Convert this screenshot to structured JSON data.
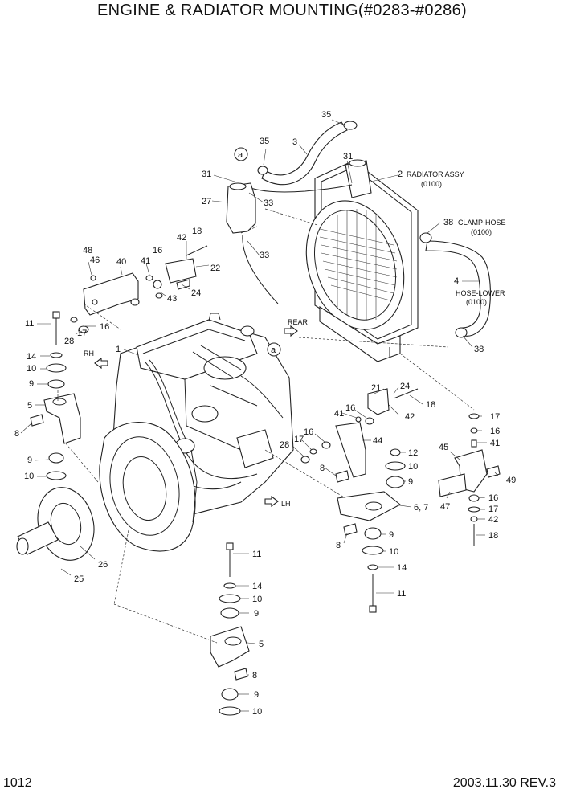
{
  "title": "ENGINE & RADIATOR MOUNTING(#0283-#0286)",
  "page_number": "1012",
  "revision": "2003.11.30 REV.3",
  "callouts": {
    "c35a": "35",
    "c35b": "35",
    "c3": "3",
    "c31a": "31",
    "c31b": "31",
    "c2": "2",
    "radiator_assy": "RADIATOR ASSY",
    "radiator_code": "(0100)",
    "c27": "27",
    "c33a": "33",
    "c33b": "33",
    "c38a": "38",
    "c38b": "38",
    "clamp_hose": "CLAMP-HOSE",
    "clamp_code": "(0100)",
    "c4": "4",
    "hose_lower": "HOSE-LOWER",
    "hose_code": "(0100)",
    "c48": "48",
    "c46": "46",
    "c40": "40",
    "c41a": "41",
    "c16a": "16",
    "c42a": "42",
    "c18a": "18",
    "c22": "22",
    "c43": "43",
    "c24a": "24",
    "c11a": "11",
    "c17a": "17",
    "c28a": "28",
    "c16b": "16",
    "c14a": "14",
    "c10a": "10",
    "c9a": "9",
    "c5a": "5",
    "c8a": "8",
    "c9b": "9",
    "c10b": "10",
    "c1": "1",
    "rh": "RH",
    "rear": "REAR",
    "lh": "LH",
    "ca1": "a",
    "ca2": "a",
    "c21": "21",
    "c24b": "24",
    "c18b": "18",
    "c41b": "41",
    "c16c": "16",
    "c42b": "42",
    "c44": "44",
    "c28b": "28",
    "c17b": "17",
    "c16d": "16",
    "c8b": "8",
    "c12": "12",
    "c10c": "10",
    "c9c": "9",
    "c67": "6, 7",
    "c8c": "8",
    "c9d": "9",
    "c10d": "10",
    "c14b": "14",
    "c11b": "11",
    "c45": "45",
    "c47": "47",
    "c17c": "17",
    "c16e": "16",
    "c41c": "41",
    "c49": "49",
    "c16f": "16",
    "c17d": "17",
    "c42c": "42",
    "c18c": "18",
    "c26": "26",
    "c25": "25",
    "c11c": "11",
    "c14c": "14",
    "c10e": "10",
    "c9e": "9",
    "c5b": "5",
    "c8d": "8",
    "c9f": "9",
    "c10f": "10"
  }
}
